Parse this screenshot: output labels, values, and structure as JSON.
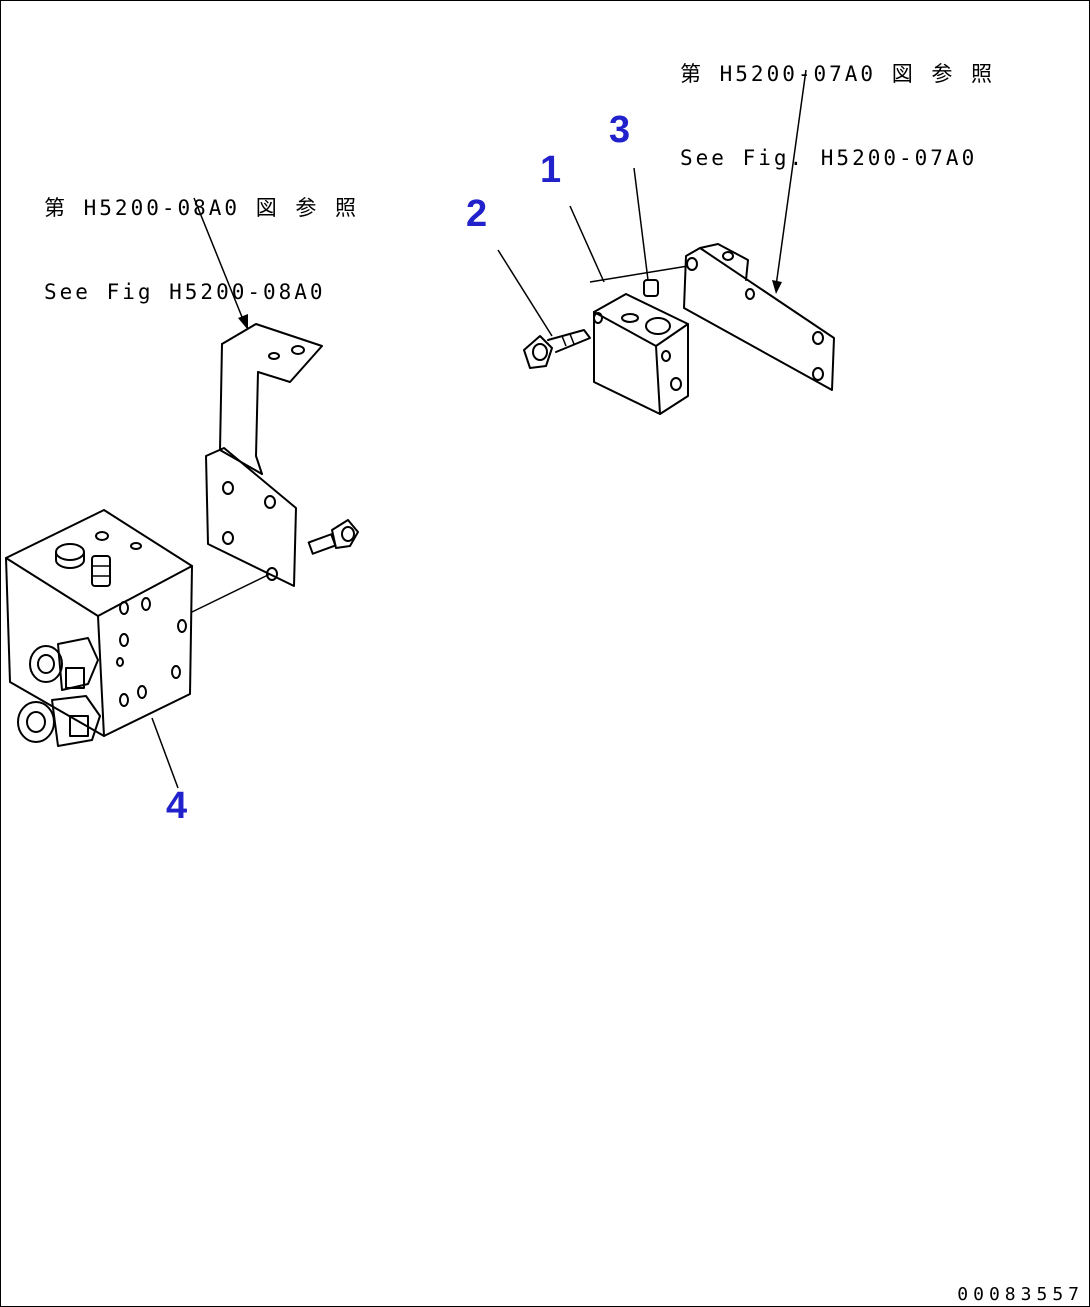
{
  "references": {
    "top_right": {
      "jp": "第 H5200-07A0 図 参 照",
      "en": "See Fig. H5200-07A0"
    },
    "top_left": {
      "jp": "第 H5200-08A0 図 参 照",
      "en": "See Fig H5200-08A0"
    }
  },
  "callouts": [
    {
      "id": "1",
      "label": "1"
    },
    {
      "id": "2",
      "label": "2"
    },
    {
      "id": "3",
      "label": "3"
    },
    {
      "id": "4",
      "label": "4"
    }
  ],
  "drawing_code": "00083557",
  "colors": {
    "callout": "#2222cc",
    "line": "#000000"
  }
}
